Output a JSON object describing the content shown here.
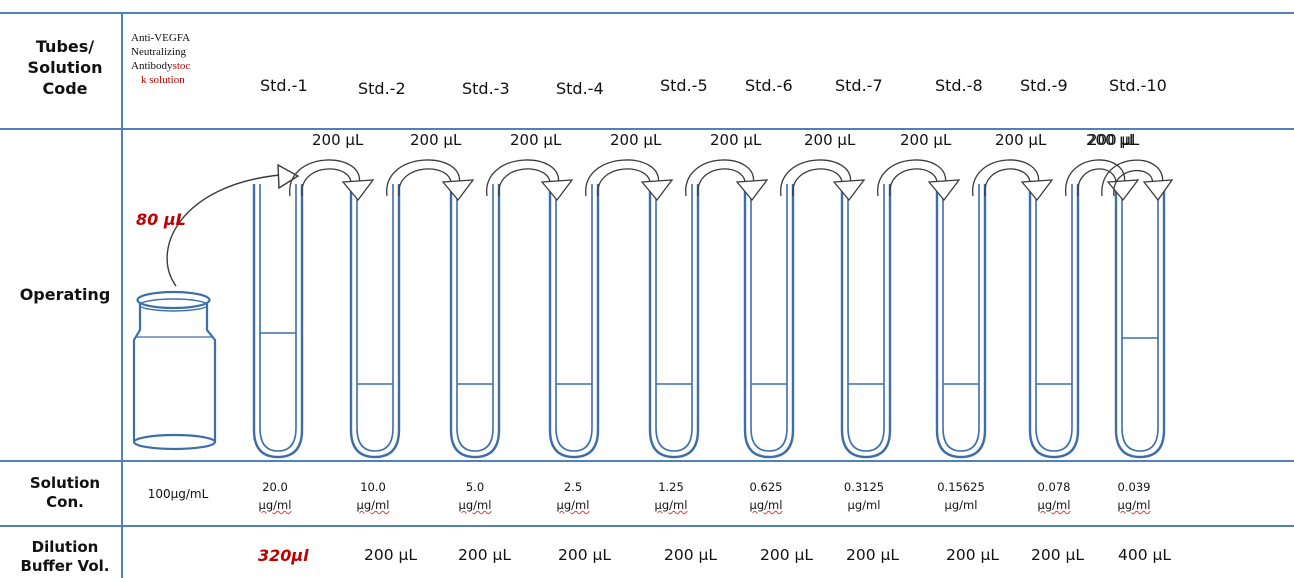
{
  "row_labels": {
    "code": [
      "Tubes/",
      "Solution",
      "Code"
    ],
    "operating": "Operating",
    "concentration": [
      "Solution",
      "Con."
    ],
    "buffer": [
      "Dilution",
      "Buffer Vol."
    ]
  },
  "stock": {
    "lines": [
      "Anti-VEGFA",
      "Neutralizing"
    ],
    "line3_black": "Antibody",
    "line3_red": "stoc",
    "line4_red": "k solution",
    "transfer_volume": "80 μL",
    "concentration": "100μg/mL"
  },
  "transfer_label": "200 μL",
  "tubes": [
    {
      "code": "Std.-1",
      "conc": "20.0",
      "unit": "μg/ml",
      "unit_underlined": true,
      "buffer": "320μl",
      "buffer_highlight": true,
      "fill": "high"
    },
    {
      "code": "Std.-2",
      "conc": "10.0",
      "unit": "μg/ml",
      "unit_underlined": true,
      "buffer": "200 μL",
      "buffer_highlight": false,
      "fill": "low"
    },
    {
      "code": "Std.-3",
      "conc": "5.0",
      "unit": "μg/ml",
      "unit_underlined": true,
      "buffer": "200 μL",
      "buffer_highlight": false,
      "fill": "low"
    },
    {
      "code": "Std.-4",
      "conc": "2.5",
      "unit": "μg/ml",
      "unit_underlined": true,
      "buffer": "200 μL",
      "buffer_highlight": false,
      "fill": "low"
    },
    {
      "code": "Std.-5",
      "conc": "1.25",
      "unit": "μg/ml",
      "unit_underlined": true,
      "buffer": "200 μL",
      "buffer_highlight": false,
      "fill": "low"
    },
    {
      "code": "Std.-6",
      "conc": "0.625",
      "unit": "μg/ml",
      "unit_underlined": true,
      "buffer": "200 μL",
      "buffer_highlight": false,
      "fill": "low"
    },
    {
      "code": "Std.-7",
      "conc": "0.3125",
      "unit": "μg/ml",
      "unit_underlined": false,
      "buffer": "200 μL",
      "buffer_highlight": false,
      "fill": "low"
    },
    {
      "code": "Std.-8",
      "conc": "0.15625",
      "unit": "μg/ml",
      "unit_underlined": false,
      "buffer": "200 μL",
      "buffer_highlight": false,
      "fill": "low"
    },
    {
      "code": "Std.-9",
      "conc": "0.078",
      "unit": "μg/ml",
      "unit_underlined": true,
      "buffer": "200 μL",
      "buffer_highlight": false,
      "fill": "low"
    },
    {
      "code": "Std.-10",
      "conc": "0.039",
      "unit": "μg/ml",
      "unit_underlined": true,
      "buffer": "400 μL",
      "buffer_highlight": false,
      "fill": "high"
    }
  ],
  "colors": {
    "grid": "#4f81bd",
    "tube": "#3d6ea8",
    "arrow": "#3a3a3a",
    "highlight": "#c00000"
  }
}
